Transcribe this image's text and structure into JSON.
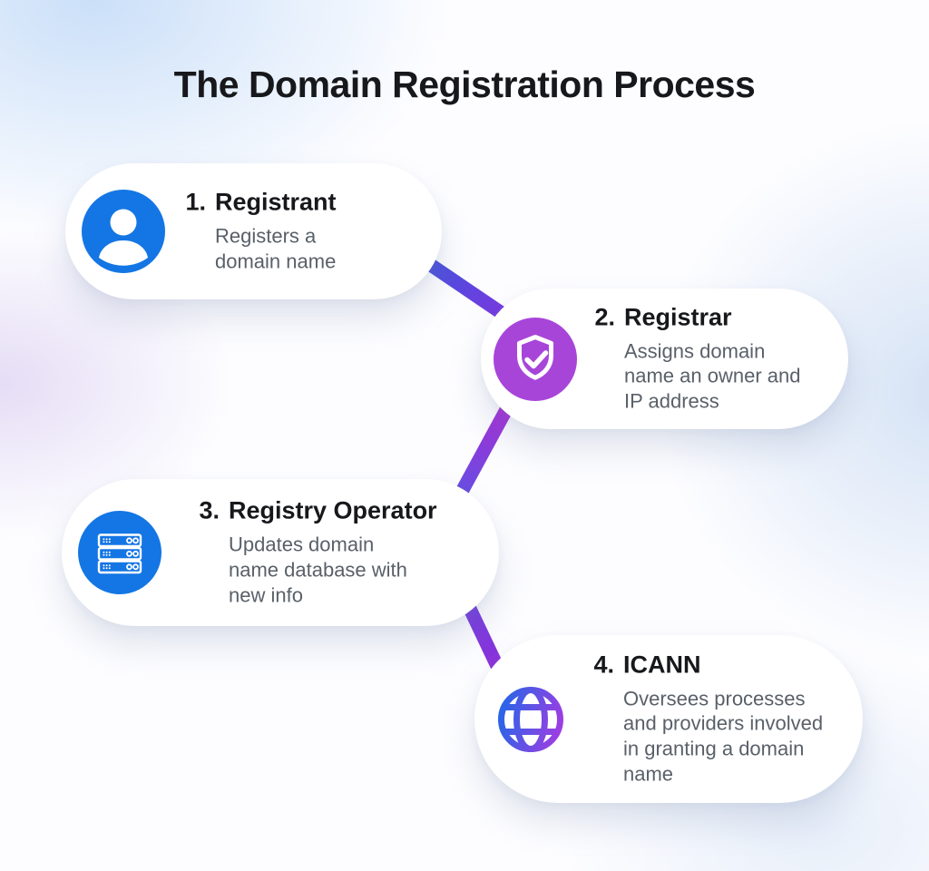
{
  "title": "The Domain Registration Process",
  "steps": [
    {
      "number": "1.",
      "name": "Registrant",
      "description": "Registers a domain name",
      "icon": "user-icon",
      "icon_bg": "#1476E4"
    },
    {
      "number": "2.",
      "name": "Registrar",
      "description": "Assigns domain name an owner and IP address",
      "icon": "shield-check-icon",
      "icon_bg": "#A845D9"
    },
    {
      "number": "3.",
      "name": "Registry Operator",
      "description": "Updates domain name database with new info",
      "icon": "server-icon",
      "icon_bg": "#1476E4"
    },
    {
      "number": "4.",
      "name": "ICANN",
      "description": "Oversees processes and providers involved in granting a domain name",
      "icon": "globe-icon",
      "icon_bg": "gradient #2566E8 to #A43BE2"
    }
  ],
  "colors": {
    "title_text": "#17181b",
    "description_text": "#596069",
    "card_background": "#ffffff",
    "icon_blue": "#1476E4",
    "icon_purple": "#A845D9",
    "connector_1_gradient": [
      "#3F55DC",
      "#8433E0"
    ],
    "connector_2_gradient": [
      "#A82DD6",
      "#5A54E4"
    ],
    "connector_3_gradient": [
      "#6B3EE0",
      "#9C2ED8"
    ],
    "background_tints": [
      "#C8DEF8",
      "#CDDDF3",
      "#DFD5F3",
      "#FDFDFF"
    ]
  }
}
